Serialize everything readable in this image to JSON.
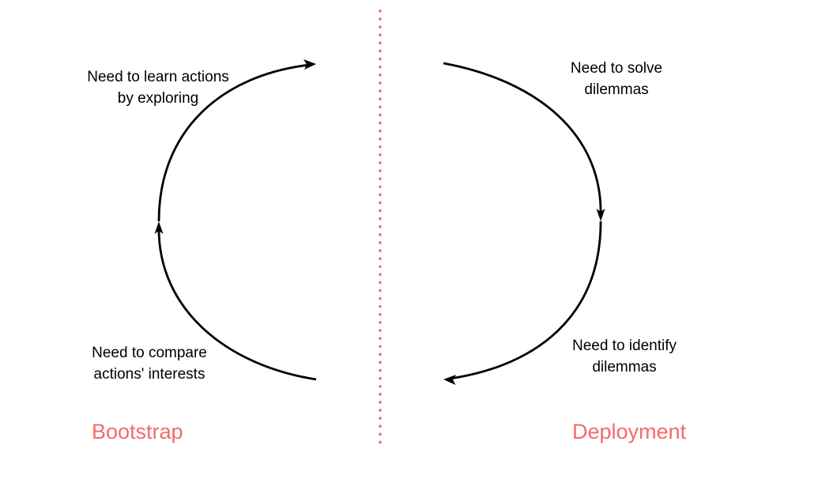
{
  "colors": {
    "phase_label": "#f36b6b",
    "divider": "#f36b6b",
    "arrow": "#000000"
  },
  "left_cycle": {
    "top_label": {
      "line1": "Need to learn actions",
      "line2": "by exploring"
    },
    "bottom_label": {
      "line1": "Need to compare",
      "line2": "actions' interests"
    },
    "phase": "Bootstrap"
  },
  "right_cycle": {
    "top_label": {
      "line1": "Need to solve",
      "line2": "dilemmas"
    },
    "bottom_label": {
      "line1": "Need to identify",
      "line2": "dilemmas"
    },
    "phase": "Deployment"
  }
}
